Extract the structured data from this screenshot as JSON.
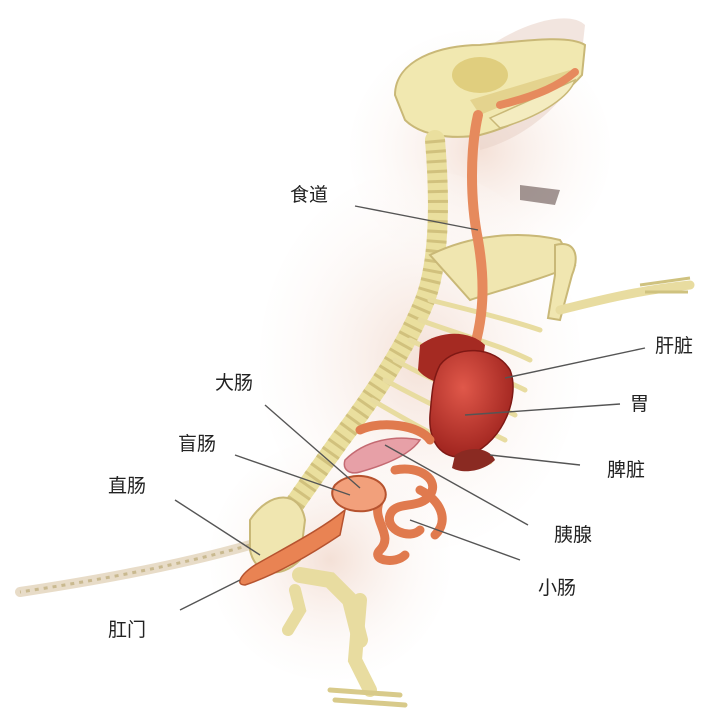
{
  "labels": {
    "esophagus": "食道",
    "liver": "肝脏",
    "large_intestine": "大肠",
    "stomach": "胃",
    "cecum": "盲肠",
    "spleen": "脾脏",
    "rectum": "直肠",
    "pancreas": "胰腺",
    "small_intestine": "小肠",
    "anus": "肛门"
  },
  "colors": {
    "bone": "#efe6b4",
    "bone_shadow": "#cfc27f",
    "organ": "#b8322a",
    "organ_light": "#d9634a",
    "tract": "#e07a4e",
    "fur": "#f0d8cc",
    "leader_line": "#555555"
  }
}
